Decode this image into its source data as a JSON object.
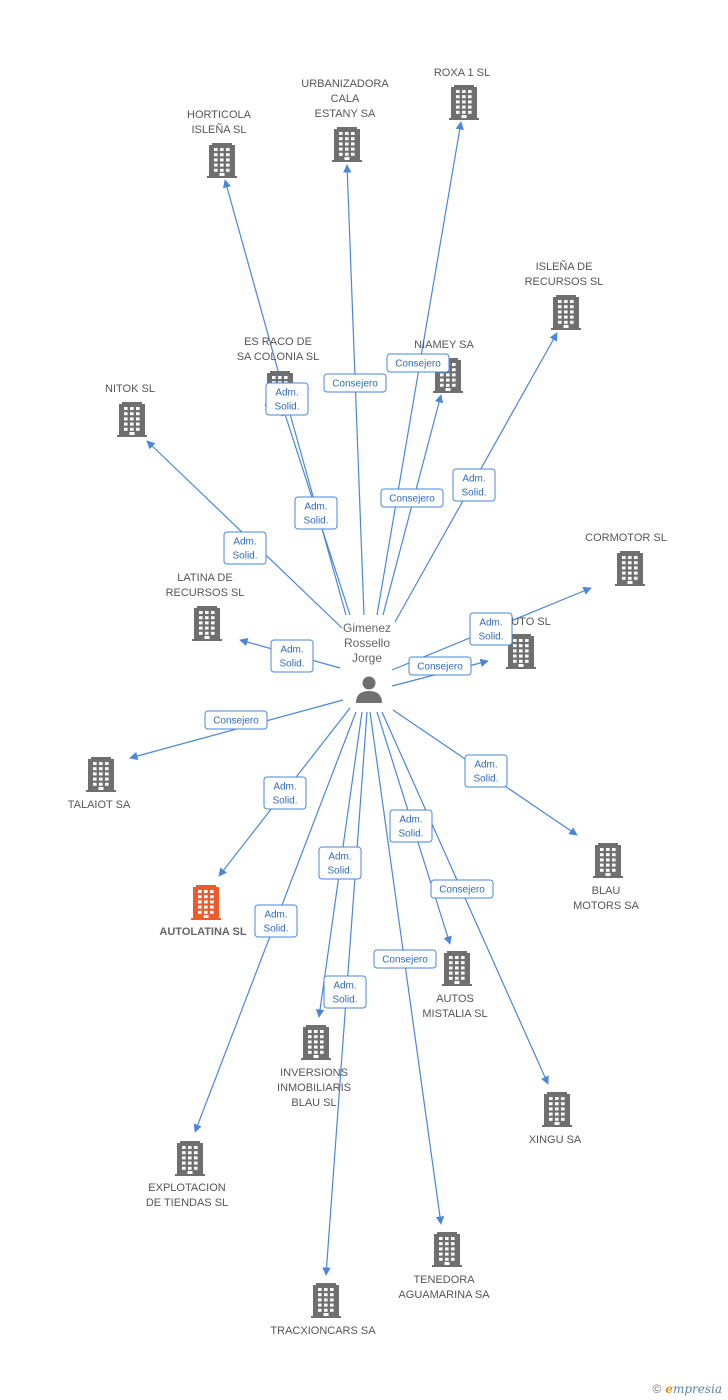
{
  "center": {
    "name_lines": [
      "Gimenez",
      "Rossello",
      "Jorge"
    ]
  },
  "colors": {
    "edge": "#4a87d8",
    "building": "#6f6f6f",
    "building_highlight": "#f05a2b"
  },
  "companies": [
    {
      "id": "horticola",
      "name_lines": [
        "HORTICOLA",
        "ISLEÑA SL"
      ]
    },
    {
      "id": "urbanizadora",
      "name_lines": [
        "URBANIZADORA",
        "CALA",
        "ESTANY SA"
      ]
    },
    {
      "id": "roxa",
      "name_lines": [
        "ROXA 1 SL"
      ]
    },
    {
      "id": "islena-recursos",
      "name_lines": [
        "ISLEÑA DE",
        "RECURSOS SL"
      ]
    },
    {
      "id": "es-raco",
      "name_lines": [
        "ES RACO DE",
        "SA COLONIA  SL"
      ]
    },
    {
      "id": "niamey",
      "name_lines": [
        "NIAMEY SA"
      ]
    },
    {
      "id": "nitok",
      "name_lines": [
        "NITOK SL"
      ]
    },
    {
      "id": "cormotor",
      "name_lines": [
        "CORMOTOR SL"
      ]
    },
    {
      "id": "latina-recursos",
      "name_lines": [
        "LATINA DE",
        "RECURSOS SL"
      ]
    },
    {
      "id": "auto-sl",
      "name_lines": [
        "UTO SL"
      ]
    },
    {
      "id": "talaiot",
      "name_lines": [
        "TALAIOT SA"
      ]
    },
    {
      "id": "autolatina",
      "name_lines": [
        "AUTOLATINA SL"
      ],
      "highlight": true
    },
    {
      "id": "blau-motors",
      "name_lines": [
        "BLAU",
        "MOTORS SA"
      ]
    },
    {
      "id": "autos-mistalia",
      "name_lines": [
        "AUTOS",
        "MISTALIA  SL"
      ]
    },
    {
      "id": "inversions",
      "name_lines": [
        "INVERSIONS",
        "INMOBILIARIS",
        "BLAU SL"
      ]
    },
    {
      "id": "xingu",
      "name_lines": [
        "XINGU SA"
      ]
    },
    {
      "id": "explotacion",
      "name_lines": [
        "EXPLOTACION",
        "DE TIENDAS SL"
      ]
    },
    {
      "id": "tenedora",
      "name_lines": [
        "TENEDORA",
        "AGUAMARINA SA"
      ]
    },
    {
      "id": "tracxioncars",
      "name_lines": [
        "TRACXIONCARS SA"
      ]
    }
  ],
  "edges": [
    {
      "target": "horticola",
      "role_lines": [
        "Adm.",
        "Solid."
      ]
    },
    {
      "target": "urbanizadora",
      "role_lines": [
        "Consejero"
      ]
    },
    {
      "target": "roxa",
      "role_lines": [
        "Consejero"
      ]
    },
    {
      "target": "islena-recursos",
      "role_lines": [
        "Adm.",
        "Solid."
      ]
    },
    {
      "target": "es-raco",
      "role_lines": [
        "Adm.",
        "Solid."
      ]
    },
    {
      "target": "niamey",
      "role_lines": [
        "Consejero"
      ]
    },
    {
      "target": "nitok",
      "role_lines": [
        "Adm.",
        "Solid."
      ]
    },
    {
      "target": "cormotor",
      "role_lines": [
        "Adm.",
        "Solid."
      ]
    },
    {
      "target": "latina-recursos",
      "role_lines": [
        "Adm.",
        "Solid."
      ]
    },
    {
      "target": "auto-sl",
      "role_lines": [
        "Consejero"
      ]
    },
    {
      "target": "talaiot",
      "role_lines": [
        "Consejero"
      ]
    },
    {
      "target": "autolatina",
      "role_lines": [
        "Adm.",
        "Solid."
      ]
    },
    {
      "target": "blau-motors",
      "role_lines": [
        "Adm.",
        "Solid."
      ]
    },
    {
      "target": "autos-mistalia",
      "role_lines": [
        "Adm.",
        "Solid."
      ]
    },
    {
      "target": "inversions",
      "role_lines": [
        "Adm.",
        "Solid."
      ]
    },
    {
      "target": "xingu",
      "role_lines": [
        "Consejero"
      ]
    },
    {
      "target": "explotacion",
      "role_lines": [
        "Adm.",
        "Solid."
      ]
    },
    {
      "target": "tenedora",
      "role_lines": [
        "Consejero"
      ]
    },
    {
      "target": "tracxioncars",
      "role_lines": [
        "Adm.",
        "Solid."
      ]
    }
  ],
  "footer": {
    "copyright": "©",
    "brand_initial": "e",
    "brand_rest": "mpresia"
  }
}
